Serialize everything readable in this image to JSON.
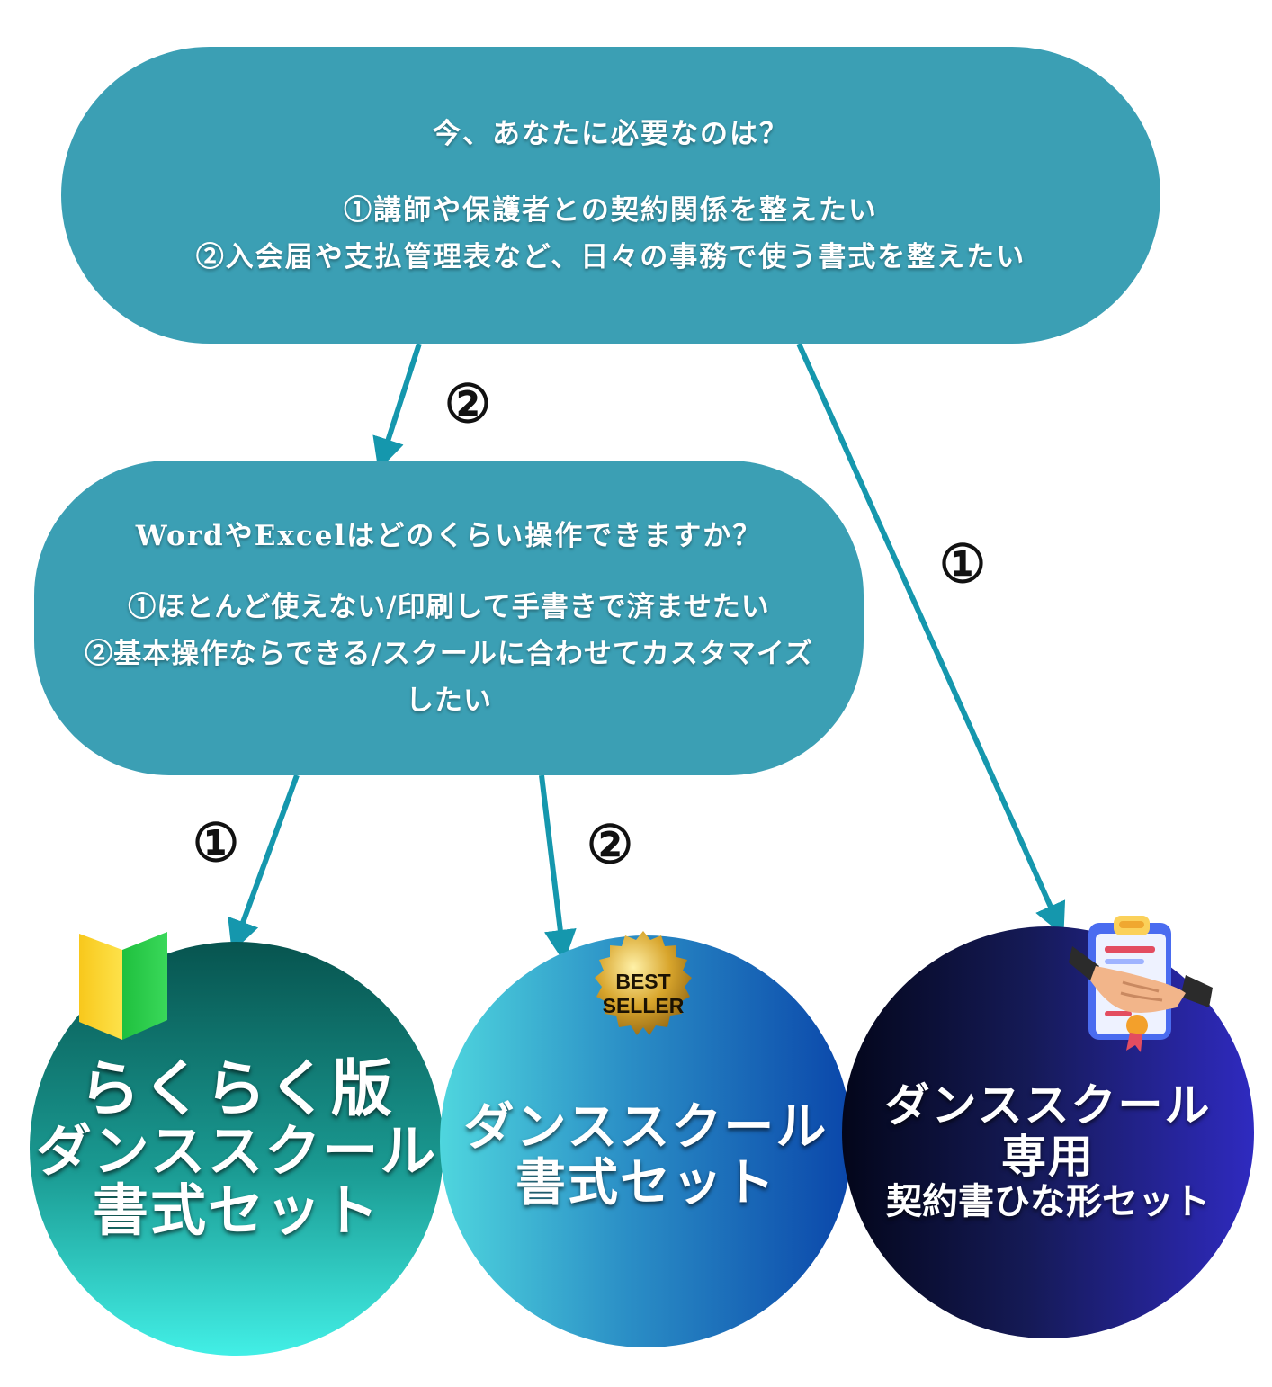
{
  "question1": {
    "title": "今、あなたに必要なのは？",
    "options": [
      "①講師や保護者との契約関係を整えたい",
      "②入会届や支払管理表など、日々の事務で使う書式を整えたい"
    ]
  },
  "question2": {
    "title": "WordやExcelはどのくらい操作できますか？",
    "options": [
      "①ほとんど使えない/印刷して手書きで済ませたい",
      "②基本操作ならできる/スクールに合わせてカスタマイズしたい"
    ]
  },
  "branch_labels": {
    "q1_to_q2": "②",
    "q1_to_contract": "①",
    "q2_to_easy": "①",
    "q2_to_standard": "②"
  },
  "products": {
    "easy": {
      "line1": "らくらく版",
      "line2": "ダンススクール",
      "line3": "書式セット",
      "icon": "beginner-mark-icon"
    },
    "standard": {
      "line1": "ダンススクール",
      "line2": "書式セット",
      "badge_line1": "BEST",
      "badge_line2": "SELLER"
    },
    "contract": {
      "line1": "ダンススクール",
      "line2": "専用",
      "line3": "契約書ひな形セット",
      "icon": "handshake-contract-icon"
    }
  },
  "colors": {
    "pill": "#3b9fb4",
    "arrow": "#1597ad"
  }
}
